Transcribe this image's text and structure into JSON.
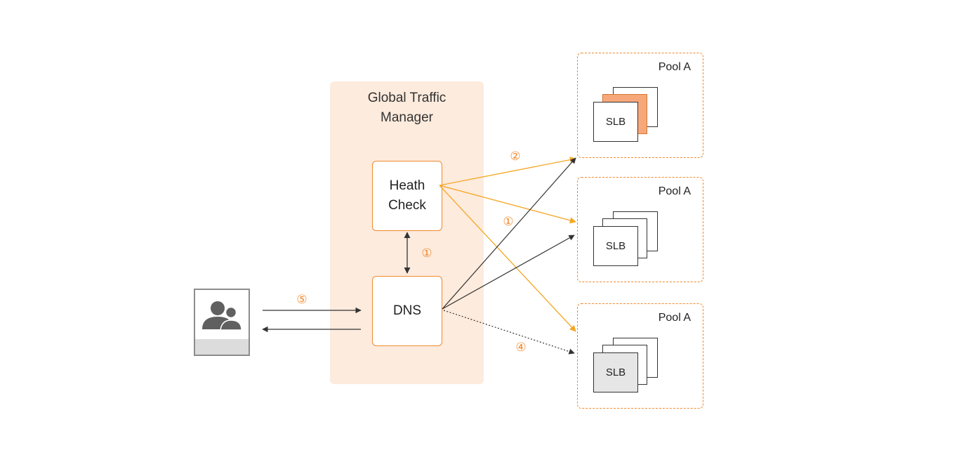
{
  "gtm": {
    "title_line1": "Global Traffic",
    "title_line2": "Manager"
  },
  "health_check": {
    "line1": "Heath",
    "line2": "Check"
  },
  "dns": {
    "label": "DNS"
  },
  "pools": [
    {
      "label": "Pool A",
      "slb_label": "SLB",
      "slb_state": "orange"
    },
    {
      "label": "Pool A",
      "slb_label": "SLB",
      "slb_state": "normal"
    },
    {
      "label": "Pool A",
      "slb_label": "SLB",
      "slb_state": "grey"
    }
  ],
  "steps": {
    "hc_dns": "①",
    "hc_pool1": "②",
    "hc_pool2": "①",
    "dns_pool3": "④",
    "client_dns": "⑤"
  },
  "colors": {
    "accent": "#f08a2e",
    "arrow_orange": "#f5a623",
    "arrow_dark": "#333333",
    "panel_bg": "#fdebdd",
    "slb_orange": "#f6a87a",
    "slb_grey": "#e6e6e6"
  },
  "icons": {
    "client": "user-group-icon"
  }
}
